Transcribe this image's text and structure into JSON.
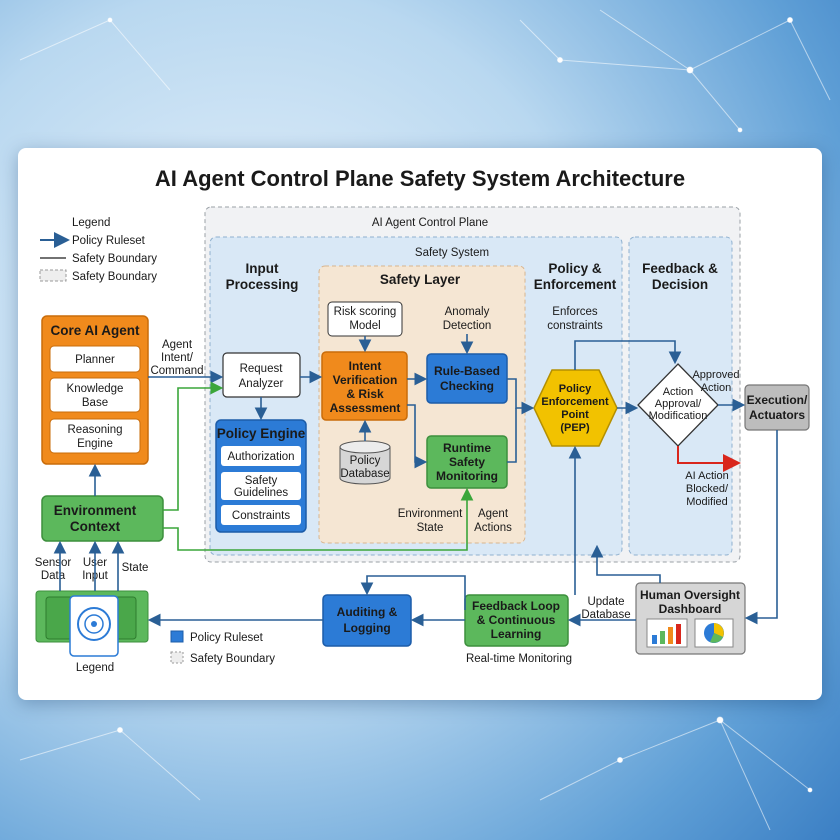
{
  "title": "AI Agent Control Plane Safety System Architecture",
  "legend_top": {
    "heading": "Legend",
    "items": [
      "Policy Ruleset",
      "Safety Boundary",
      "Safety Boundary"
    ]
  },
  "regions": {
    "control_plane": "AI Agent Control Plane",
    "safety_system": "Safety System",
    "input_processing": [
      "Input",
      "Processing"
    ],
    "safety_layer": "Safety Layer",
    "policy_enforcement": [
      "Policy &",
      "Enforcement"
    ],
    "feedback_decision": [
      "Feedback &",
      "Decision"
    ]
  },
  "nodes": {
    "core_agent": {
      "title": "Core AI Agent",
      "items": [
        [
          "Planner"
        ],
        [
          "Knowledge",
          "Base"
        ],
        [
          "Reasoning",
          "Engine"
        ]
      ]
    },
    "environment_context": [
      "Environment",
      "Context"
    ],
    "request_analyzer": [
      "Request",
      "Analyzer"
    ],
    "policy_engine": {
      "title": "Policy Engine",
      "items": [
        [
          "Authorization"
        ],
        [
          "Safety",
          "Guidelines"
        ],
        [
          "Constraints"
        ]
      ]
    },
    "risk_model": [
      "Risk scoring",
      "Model"
    ],
    "anomaly_detection": [
      "Anomaly",
      "Detection"
    ],
    "intent_verification": [
      "Intent",
      "Verification",
      "& Risk",
      "Assessment"
    ],
    "rule_checking": [
      "Rule-Based",
      "Checking"
    ],
    "policy_database": [
      "Policy",
      "Database"
    ],
    "runtime_monitoring": [
      "Runtime",
      "Safety",
      "Monitoring"
    ],
    "enforces_constraints": [
      "Enforces",
      "constraints"
    ],
    "pep": [
      "Policy",
      "Enforcement",
      "Point",
      "(PEP)"
    ],
    "decision": [
      "Action",
      "Approval/",
      "Modification"
    ],
    "execution": [
      "Execution/",
      "Actuators"
    ],
    "human_dashboard": [
      "Human Oversight",
      "Dashboard"
    ],
    "feedback_loop": [
      "Feedback Loop",
      "& Continuous",
      "Learning"
    ],
    "auditing": [
      "Auditing &",
      "Logging"
    ],
    "sensor_icon_label": "Legend"
  },
  "edge_labels": {
    "agent_intent": [
      "Agent",
      "Intent/",
      "Command"
    ],
    "approved_action": [
      "Approved",
      "Action"
    ],
    "blocked_action": [
      "AI Action",
      "Blocked/",
      "Modified"
    ],
    "environment_state": [
      "Environment",
      "State"
    ],
    "agent_actions": [
      "Agent",
      "Actions"
    ],
    "sensor_data": [
      "Sensor",
      "Data"
    ],
    "user_input": [
      "User",
      "Input"
    ],
    "state": "State",
    "update_database": [
      "Update",
      "Database"
    ],
    "realtime_monitoring": "Real-time Monitoring"
  },
  "legend_bottom": {
    "items": [
      "Policy Ruleset",
      "Safety Boundary"
    ]
  },
  "colors": {
    "orange": "#f08a1c",
    "blue": "#2c7bd6",
    "green": "#5cb85c",
    "yellow": "#f2c200",
    "gray": "#bdbdbd",
    "teal_arrow": "#2a5f95",
    "green_arrow": "#3aa63a",
    "red_arrow": "#d9261c"
  }
}
